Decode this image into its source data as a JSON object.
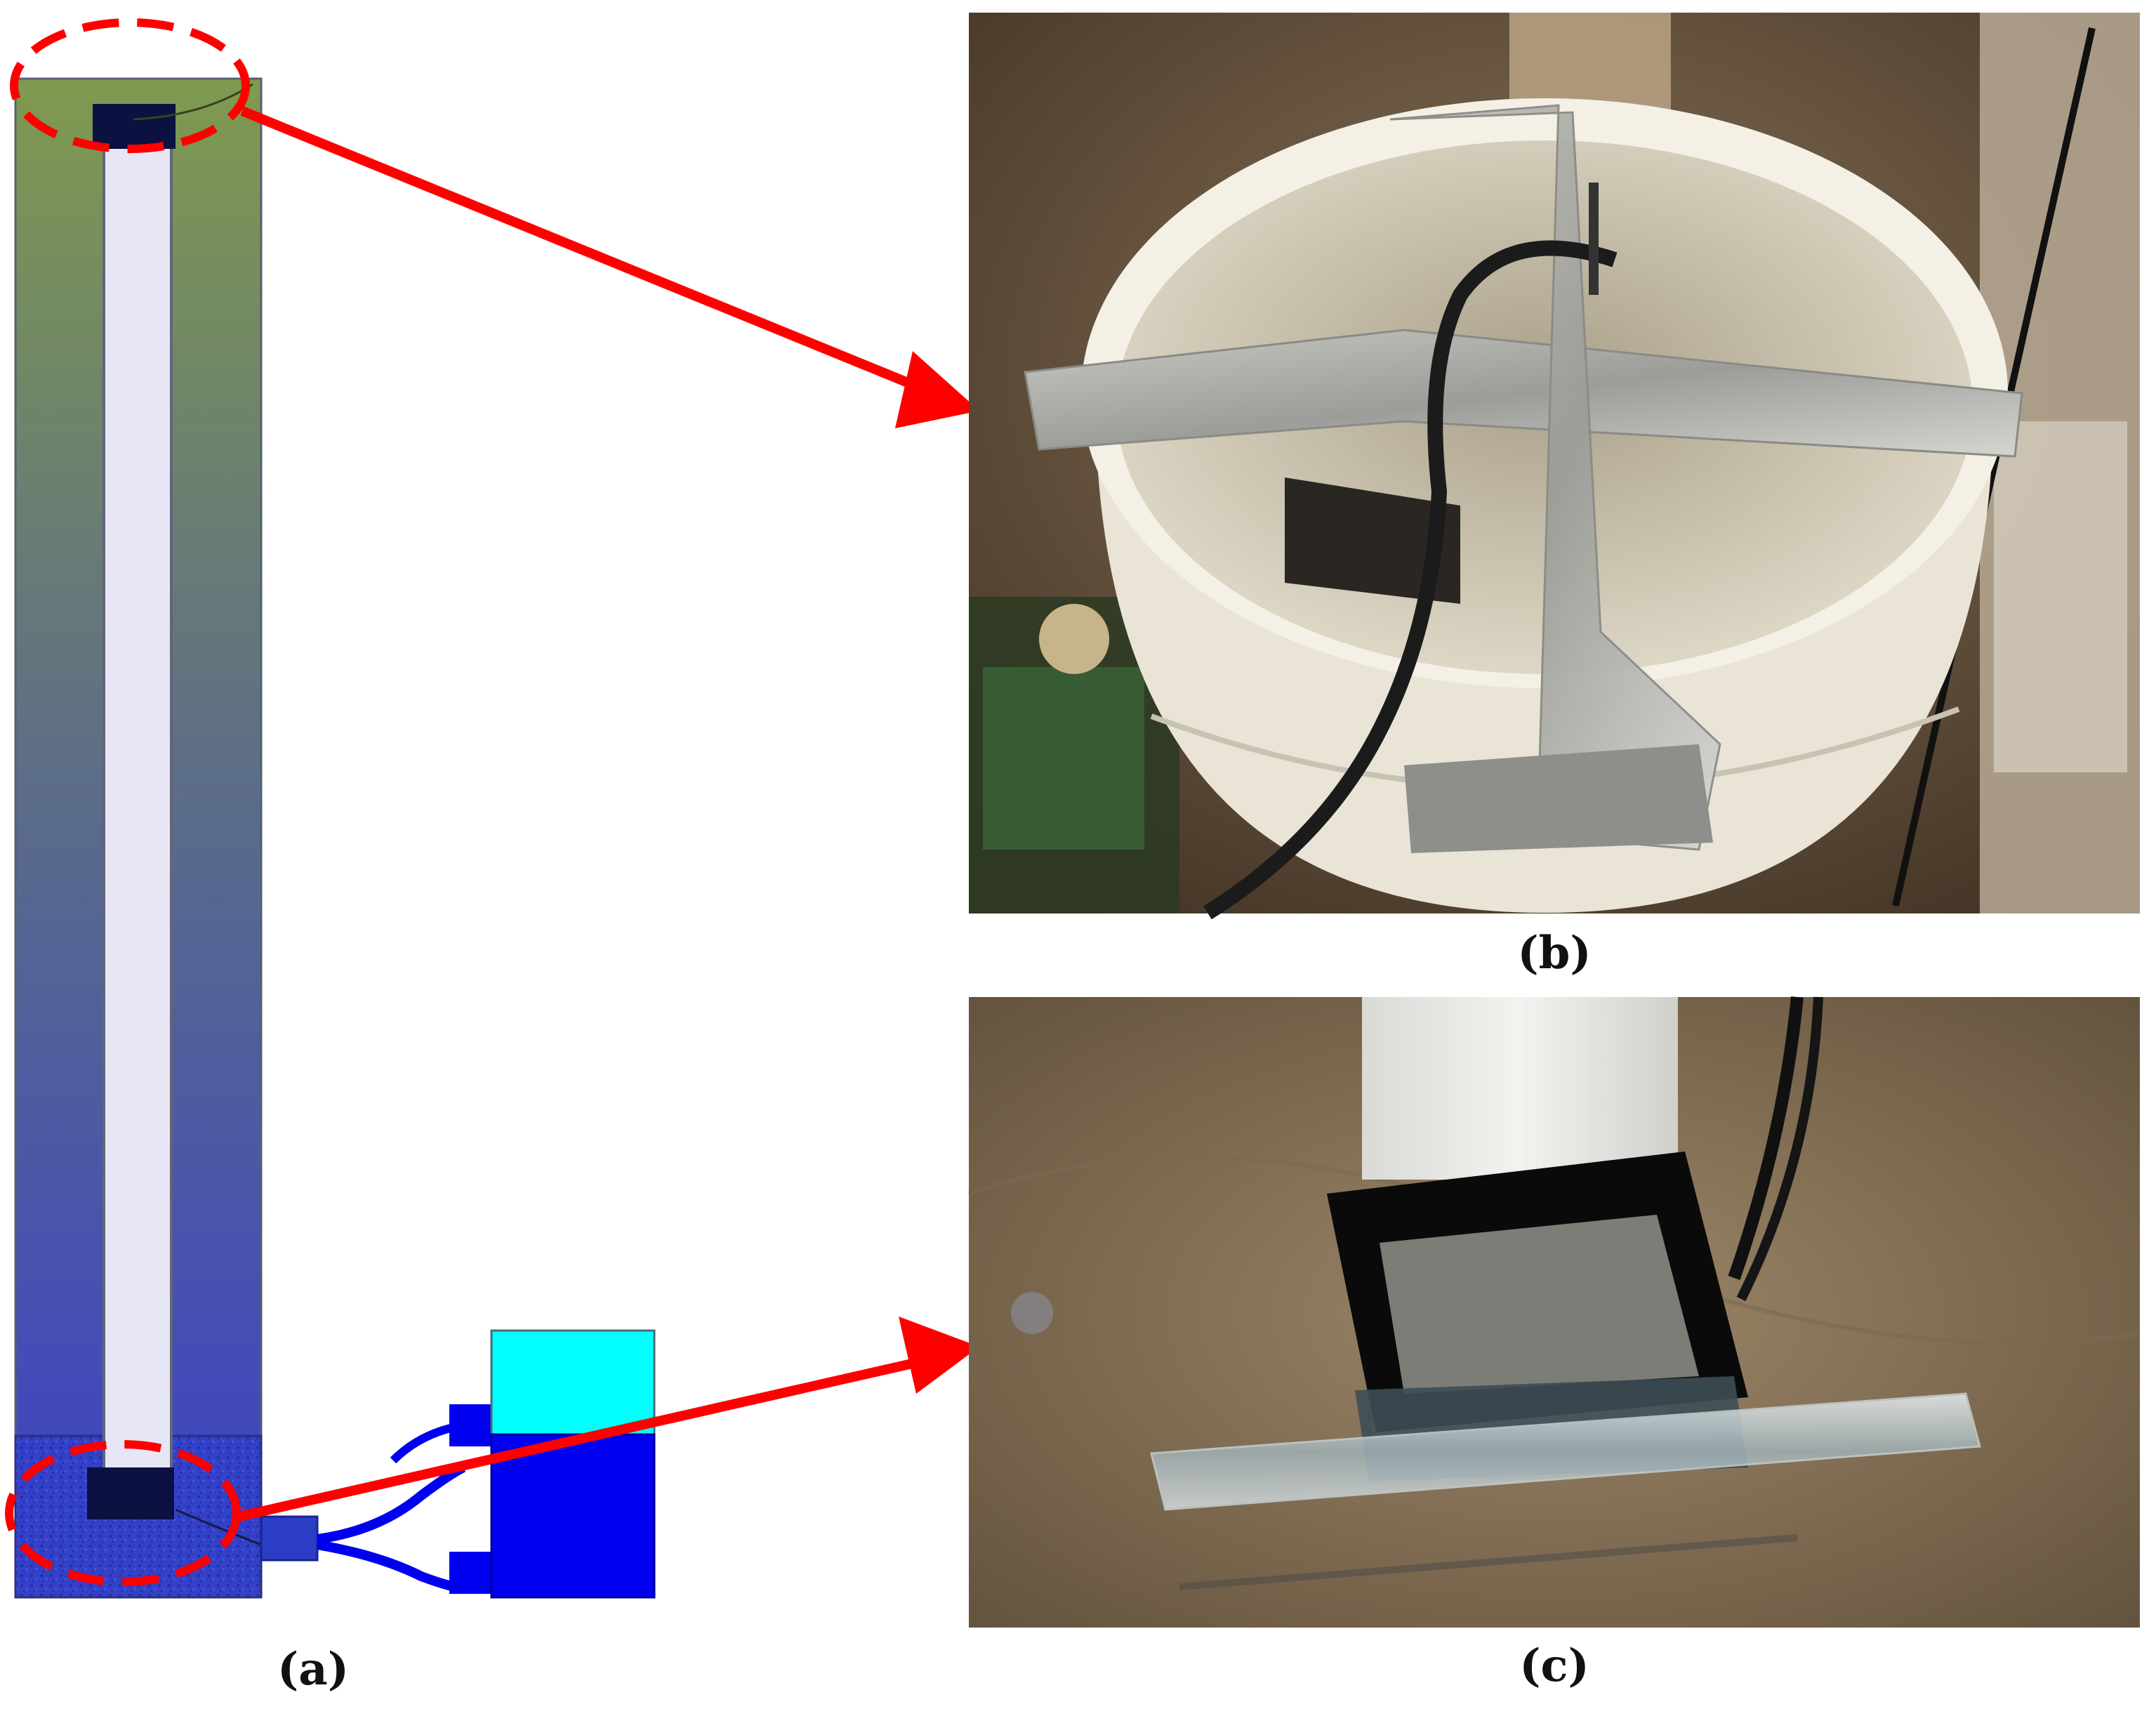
{
  "panels": {
    "a": {
      "label": "(a)"
    },
    "b": {
      "label": "(b)"
    },
    "c": {
      "label": "(c)"
    }
  },
  "colors": {
    "column_top": "#7f9a4f",
    "column_bottom": "#3a3fc9",
    "inner_tube": "#e6e6f5",
    "sensor_block": "#0b1140",
    "callout_red": "#ff0000",
    "tank_cyan": "#00ffff",
    "tank_blue": "#0000f0",
    "connector_blue": "#2b3dc4"
  },
  "icons": {
    "arrow_to_b": "red-arrow-icon",
    "arrow_to_c": "red-arrow-icon"
  }
}
